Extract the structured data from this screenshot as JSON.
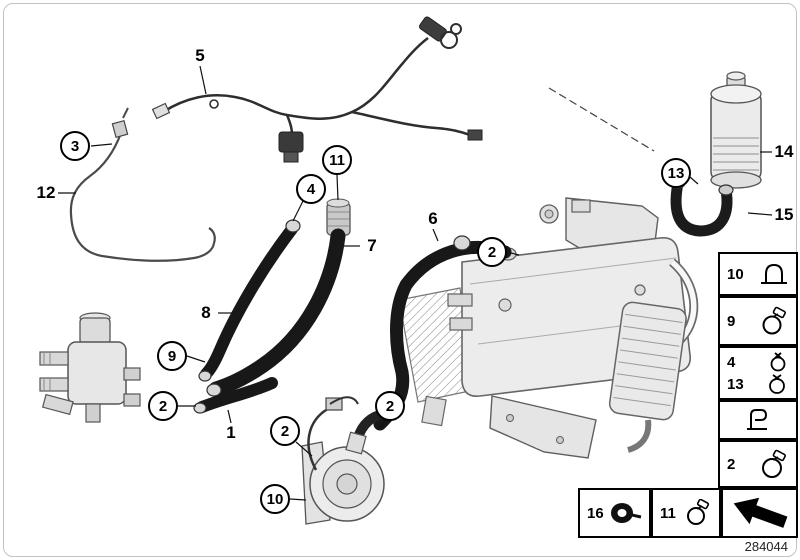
{
  "diagram": {
    "code": "284044",
    "title_hint": "auxiliary-heater-parts-diagram"
  },
  "colors": {
    "ink": "#000000",
    "hose": "#1a1a1a",
    "part_fill": "#ececec",
    "part_stroke": "#5f5f5f"
  },
  "callouts": [
    {
      "label": "5",
      "style": "plain"
    },
    {
      "label": "3",
      "style": "circle"
    },
    {
      "label": "12",
      "style": "plain"
    },
    {
      "label": "11",
      "style": "circle"
    },
    {
      "label": "4",
      "style": "circle"
    },
    {
      "label": "7",
      "style": "plain"
    },
    {
      "label": "6",
      "style": "plain"
    },
    {
      "label": "2",
      "style": "circle"
    },
    {
      "label": "8",
      "style": "plain"
    },
    {
      "label": "9",
      "style": "circle"
    },
    {
      "label": "2",
      "style": "circle"
    },
    {
      "label": "1",
      "style": "plain"
    },
    {
      "label": "2",
      "style": "circle"
    },
    {
      "label": "2",
      "style": "circle"
    },
    {
      "label": "10",
      "style": "circle"
    },
    {
      "label": "13",
      "style": "circle"
    },
    {
      "label": "14",
      "style": "plain"
    },
    {
      "label": "15",
      "style": "plain"
    }
  ],
  "legend": {
    "items": [
      {
        "label": "10",
        "icon": "pipe-clip-icon"
      },
      {
        "label": "9",
        "icon": "hose-clamp-icon"
      },
      {
        "label": "4",
        "icon": "spring-clamp-small-icon"
      },
      {
        "label": "13",
        "icon": "spring-clamp-icon"
      },
      {
        "label": "",
        "icon": "cable-clip-icon"
      },
      {
        "label": "2",
        "icon": "hose-clamp-icon"
      },
      {
        "label": "16",
        "icon": "sealing-tape-roll-icon"
      },
      {
        "label": "11",
        "icon": "hose-clamp-icon"
      },
      {
        "label": "",
        "icon": "front-direction-arrow-icon"
      }
    ]
  }
}
